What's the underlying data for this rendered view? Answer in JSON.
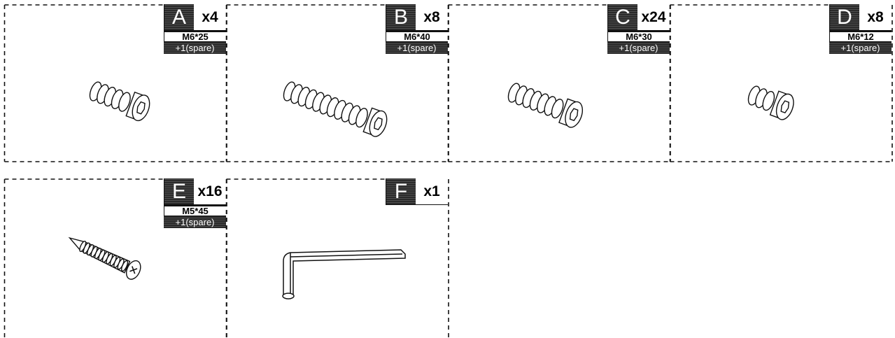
{
  "parts": [
    {
      "letter": "A",
      "qty": "x4",
      "size": "M6*25",
      "spare": "+1(spare)",
      "icon": "socket-cap-screw-icon"
    },
    {
      "letter": "B",
      "qty": "x8",
      "size": "M6*40",
      "spare": "+1(spare)",
      "icon": "socket-cap-screw-icon"
    },
    {
      "letter": "C",
      "qty": "x24",
      "size": "M6*30",
      "spare": "+1(spare)",
      "icon": "socket-cap-screw-icon"
    },
    {
      "letter": "D",
      "qty": "x8",
      "size": "M6*12",
      "spare": "+1(spare)",
      "icon": "socket-cap-screw-icon"
    },
    {
      "letter": "E",
      "qty": "x16",
      "size": "M5*45",
      "spare": "+1(spare)",
      "icon": "phillips-wood-screw-icon"
    },
    {
      "letter": "F",
      "qty": "x1",
      "icon": "allen-key-icon"
    }
  ],
  "colors": {
    "line": "#111111",
    "label_dark": "#2a2a2a"
  }
}
